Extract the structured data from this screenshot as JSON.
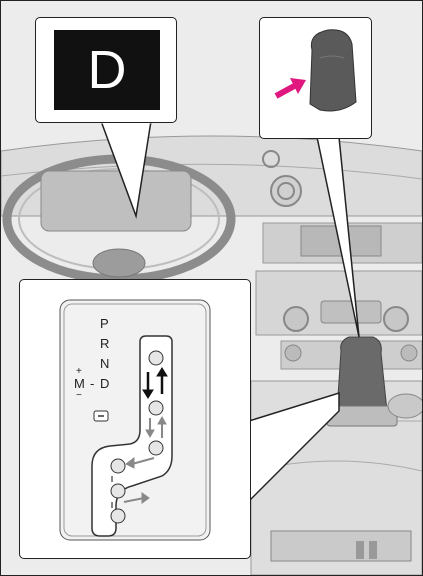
{
  "display": {
    "gear_indicator": "D"
  },
  "shift_gate": {
    "positions": [
      "P",
      "R",
      "N",
      "D"
    ],
    "manual_label": "M",
    "dash": "-",
    "plus_sign": "+",
    "minus_sign": "−"
  },
  "colors": {
    "arrow": "#e0177f",
    "display_bg": "#111111"
  }
}
